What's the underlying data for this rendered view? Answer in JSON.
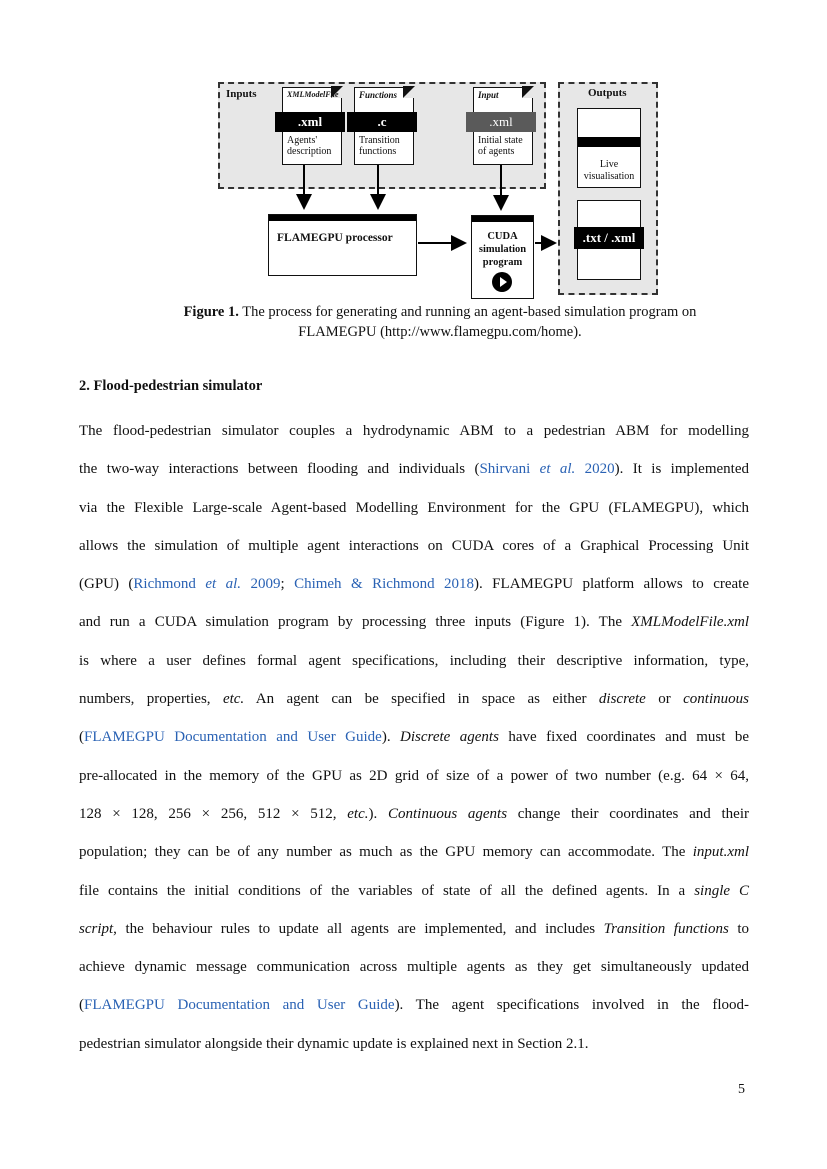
{
  "figure": {
    "inputs_label": "Inputs",
    "outputs_label": "Outputs",
    "docs": [
      {
        "title": "XMLModelFile",
        "ext": ".xml",
        "desc1": "Agents'",
        "desc2": "description"
      },
      {
        "title": "Functions",
        "ext": ".c",
        "desc1": "Transition",
        "desc2": "functions"
      },
      {
        "title": "Input",
        "ext": ".xml",
        "desc1": "Initial state",
        "desc2": "of agents"
      }
    ],
    "processor_label": "FLAMEGPU processor",
    "cuda_line1": "CUDA",
    "cuda_line2": "simulation",
    "cuda_line3": "program",
    "live_line1": "Live",
    "live_line2": "visualisation",
    "txt_label": ".txt / .xml",
    "caption_bold": "Figure 1.",
    "caption_line1": " The process for generating and running an agent-based simulation program on",
    "caption_line2": "FLAMEGPU (http://www.flamegpu.com/home)."
  },
  "section": {
    "heading": "2. Flood-pedestrian simulator",
    "lines": [
      {
        "parts": [
          "The flood-pedestrian simulator couples a hydrodynamic ABM to a pedestrian ABM for modelling"
        ]
      },
      {
        "parts": [
          "the two-way interactions between flooding and individuals (",
          "Shirvani ",
          "et al.",
          " 2020",
          "). It is implemented"
        ]
      },
      {
        "parts": [
          "via the Flexible Large-scale Agent-based Modelling Environment for the GPU (FLAMEGPU), which"
        ]
      },
      {
        "parts": [
          "allows the simulation of multiple agent interactions on CUDA cores of a Graphical Processing Unit"
        ]
      },
      {
        "parts": [
          "(GPU) (",
          "Richmond ",
          "et al.",
          " 2009",
          "; ",
          "Chimeh & Richmond 2018",
          "). FLAMEGPU platform allows to create"
        ]
      },
      {
        "parts": [
          "and run a CUDA simulation program by processing three inputs (Figure 1). The ",
          "XMLModelFile.xml"
        ]
      },
      {
        "parts": [
          "is where a user defines formal agent specifications, including their descriptive information, type,"
        ]
      },
      {
        "parts": [
          "numbers, properties, ",
          "etc.",
          " An agent can be specified in space as either ",
          "discrete",
          " or ",
          "continuous"
        ]
      },
      {
        "parts": [
          "(",
          "FLAMEGPU Documentation and User Guide",
          "). ",
          "Discrete agents",
          " have fixed coordinates and must be"
        ]
      },
      {
        "parts": [
          "pre-allocated in the memory of the GPU as 2D grid of size of a power of two number (e.g. 64 × 64,"
        ]
      },
      {
        "parts": [
          "128 × 128, 256 × 256, 512 × 512, ",
          "etc.",
          "). ",
          "Continuous agents",
          " change their coordinates and their"
        ]
      },
      {
        "parts": [
          "population; they can be of any number as much as the GPU memory can accommodate. The ",
          "input.xml"
        ]
      },
      {
        "parts": [
          "file contains the initial conditions of the variables of state of all the defined agents. In a ",
          "single C"
        ]
      },
      {
        "parts": [
          "script",
          ", the behaviour rules to update all agents are implemented, and includes ",
          "Transition functions",
          " to"
        ]
      },
      {
        "parts": [
          "achieve dynamic message communication across multiple agents as they get simultaneously updated"
        ]
      },
      {
        "parts": [
          "(",
          "FLAMEGPU Documentation and User Guide",
          "). The agent specifications involved in the flood-"
        ]
      },
      {
        "parts": [
          "pedestrian simulator alongside their dynamic update is explained next in Section 2.1."
        ]
      }
    ]
  },
  "page_number": "5"
}
